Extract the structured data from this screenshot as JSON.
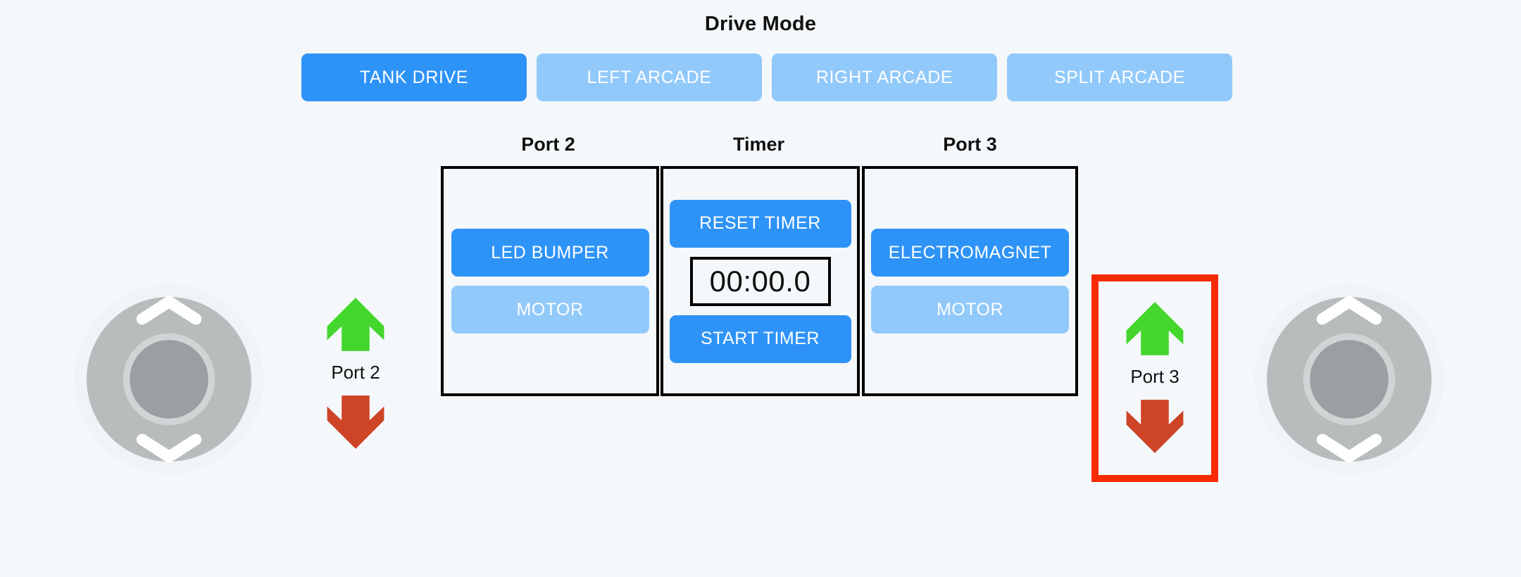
{
  "theme": {
    "background": "#f4f8fa",
    "primary_blue": "#2e93f7",
    "inactive_blue": "#92c9fb",
    "arrow_up_green": "#44d62c",
    "arrow_down_red": "#ce4426",
    "highlight_red": "#f72a05",
    "panel_border": "#000000",
    "joystick_base": "#b7bcbd",
    "joystick_knob": "#9aa0a1"
  },
  "drive_mode": {
    "title": "Drive Mode",
    "buttons": [
      {
        "label": "TANK DRIVE",
        "active": true
      },
      {
        "label": "LEFT ARCADE",
        "active": false
      },
      {
        "label": "RIGHT ARCADE",
        "active": false
      },
      {
        "label": "SPLIT ARCADE",
        "active": false
      }
    ]
  },
  "panel": {
    "port2": {
      "caption": "Port 2",
      "buttons": [
        {
          "label": "LED BUMPER",
          "active": true
        },
        {
          "label": "MOTOR",
          "active": false
        }
      ]
    },
    "timer": {
      "caption": "Timer",
      "reset_label": "RESET TIMER",
      "display": "00:00.0",
      "start_label": "START TIMER"
    },
    "port3": {
      "caption": "Port 3",
      "buttons": [
        {
          "label": "ELECTROMAGNET",
          "active": true
        },
        {
          "label": "MOTOR",
          "active": false
        }
      ]
    }
  },
  "port_controls": [
    {
      "label": "Port 2",
      "up_icon": "arrow-up-icon",
      "down_icon": "arrow-down-icon",
      "highlighted": false
    },
    {
      "label": "Port 3",
      "up_icon": "arrow-up-icon",
      "down_icon": "arrow-down-icon",
      "highlighted": true
    }
  ],
  "joysticks": [
    {
      "name": "left-joystick",
      "up_icon": "chevron-up-icon",
      "down_icon": "chevron-down-icon"
    },
    {
      "name": "right-joystick",
      "up_icon": "chevron-up-icon",
      "down_icon": "chevron-down-icon"
    }
  ]
}
